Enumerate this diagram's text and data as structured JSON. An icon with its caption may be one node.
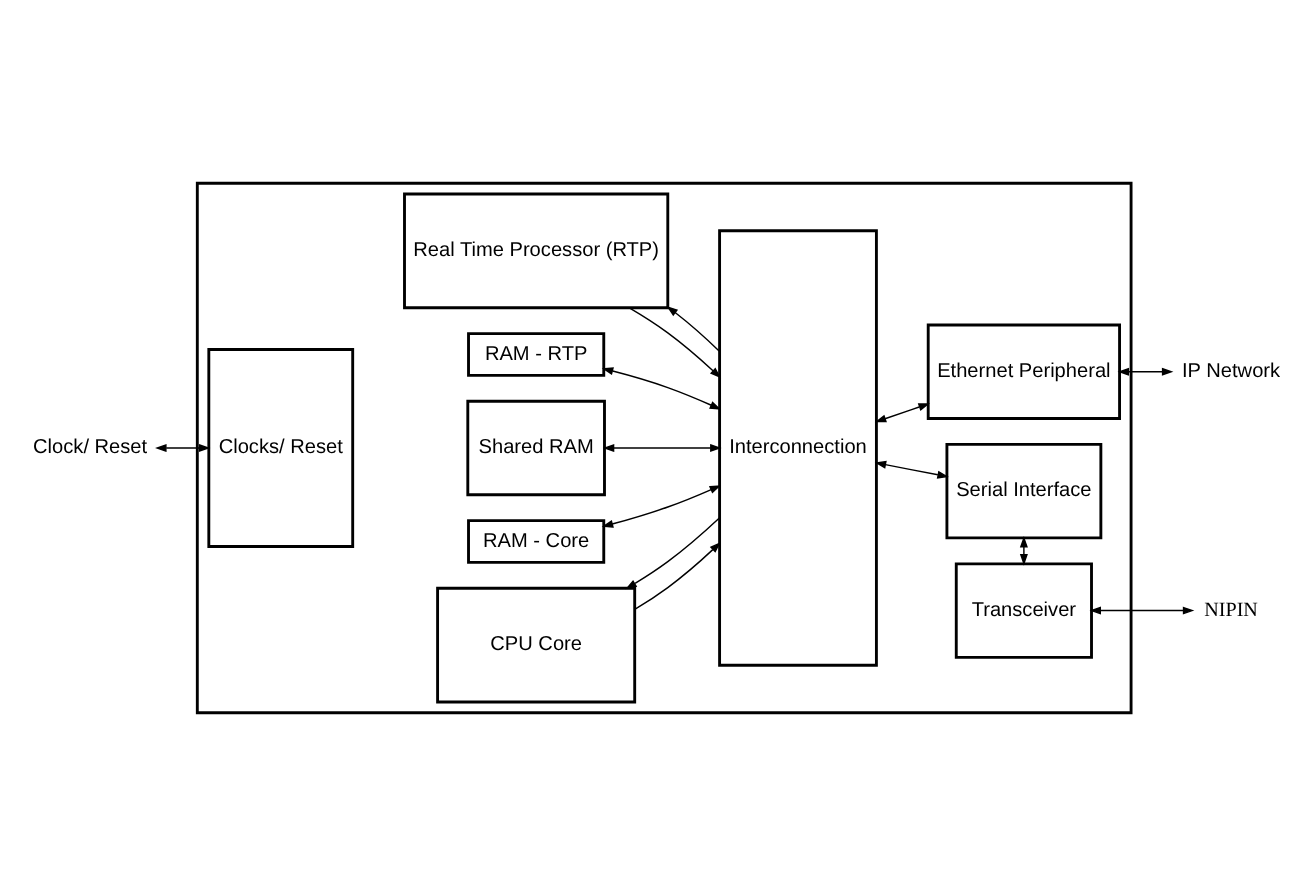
{
  "diagram": {
    "nodes": [
      {
        "text": [],
        "shape": "box"
      },
      {
        "text": [
          "CPU Core"
        ],
        "in": 0
      },
      {
        "text": [
          "Clocks/ Reset"
        ],
        "in": 0
      },
      {
        "text": [
          "RAM - Core"
        ],
        "in": 0
      },
      {
        "text": [
          "Shared RAM"
        ],
        "in": 0
      },
      {
        "text": [
          "RAM - RTP"
        ],
        "in": 0
      },
      {
        "text": [
          "Real Time Processor (RTP)"
        ],
        "in": 0
      },
      {
        "text": [
          "Interconnection"
        ],
        "in": 0
      },
      {
        "text": [
          "Ethernet Peripheral"
        ],
        "in": 0
      },
      {
        "text": [
          "Serial Interface"
        ],
        "in": 0
      },
      {
        "text": [
          "Transceiver"
        ],
        "in": 0
      },
      {
        "text": [
          "Clock/ Reset"
        ]
      },
      {
        "text": [
          "IP Network"
        ]
      },
      {
        "text": [
          "NIPIN"
        ]
      }
    ],
    "edges": [
      {
        "from": 7,
        "to": 1,
        "arrow": "to"
      },
      {
        "from": 1,
        "to": 7,
        "arrow": "to"
      },
      {
        "from": 3,
        "to": 7,
        "arrow": "both"
      },
      {
        "from": 4,
        "to": 7,
        "arrow": "both"
      },
      {
        "from": 5,
        "to": 7,
        "arrow": "both"
      },
      {
        "from": 6,
        "to": 7,
        "arrow": "to"
      },
      {
        "from": 7,
        "to": 6,
        "arrow": "to"
      },
      {
        "from": 7,
        "to": 8,
        "arrow": "both"
      },
      {
        "from": 7,
        "to": 9,
        "arrow": "both"
      },
      {
        "from": 9,
        "to": 10,
        "arrow": "both"
      },
      {
        "from": 8,
        "to": 12,
        "arrow": "both"
      },
      {
        "from": 10,
        "to": 13,
        "arrow": "both"
      },
      {
        "from": 11,
        "to": 2,
        "arrow": "both"
      }
    ]
  }
}
